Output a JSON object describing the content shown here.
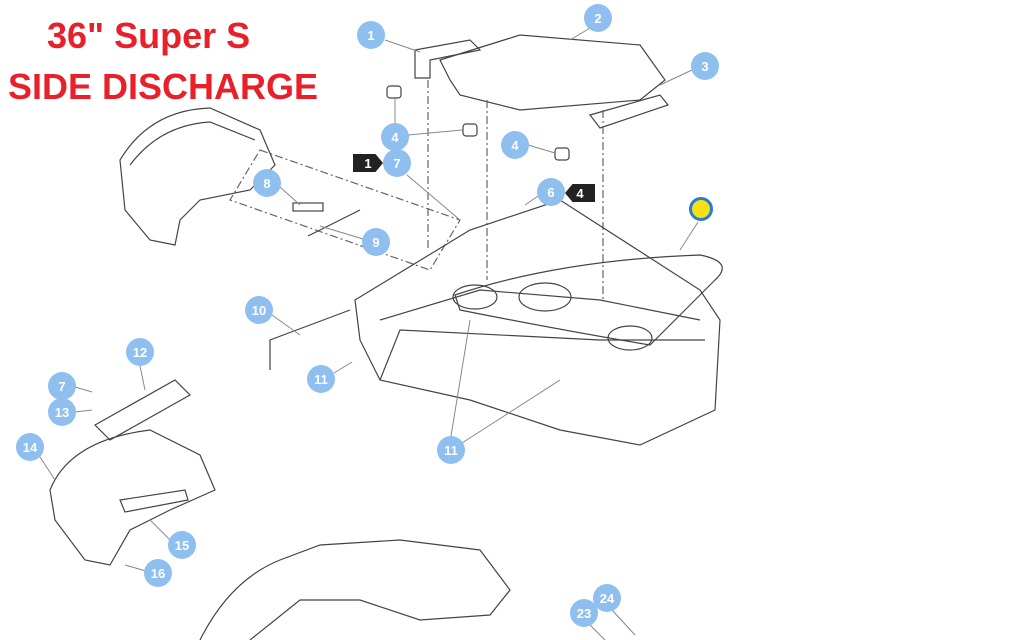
{
  "title": {
    "line1": "36\" Super S",
    "line2": "SIDE DISCHARGE"
  },
  "callouts": [
    "1",
    "2",
    "3",
    "4",
    "4",
    "7",
    "6",
    "8",
    "9",
    "10",
    "11",
    "11",
    "12",
    "7",
    "13",
    "14",
    "15",
    "16",
    "23",
    "24"
  ],
  "tags": {
    "qty_7": "1",
    "qty_6": "4"
  },
  "colors": {
    "title": "#e8202a",
    "callout": "#8fbfee",
    "hotspot": "#f5e015"
  }
}
